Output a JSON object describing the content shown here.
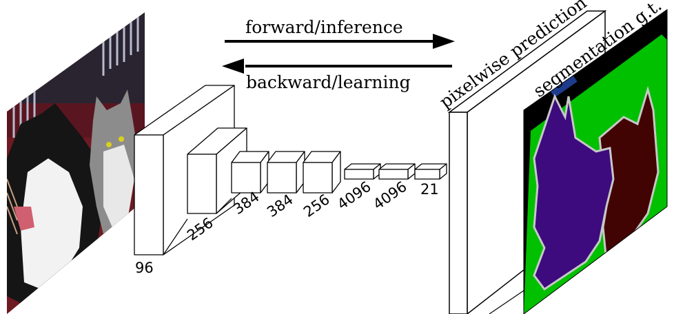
{
  "diagram": {
    "arrows": {
      "forward_label": "forward/inference",
      "backward_label": "backward/learning"
    },
    "output_labels": {
      "prediction": "pixelwise prediction",
      "ground_truth": "segmentation g.t."
    },
    "layers": [
      {
        "size": "96"
      },
      {
        "size": "256"
      },
      {
        "size": "384"
      },
      {
        "size": "384"
      },
      {
        "size": "256"
      },
      {
        "size": "4096"
      },
      {
        "size": "4096"
      },
      {
        "size": "21"
      }
    ],
    "colors": {
      "cat_mask": "#3d0b7e",
      "dog_mask": "#420303",
      "background": "#00c000",
      "void": "#000000",
      "boundary": "#c8c8c8",
      "patch": "#1e3c8c"
    }
  }
}
